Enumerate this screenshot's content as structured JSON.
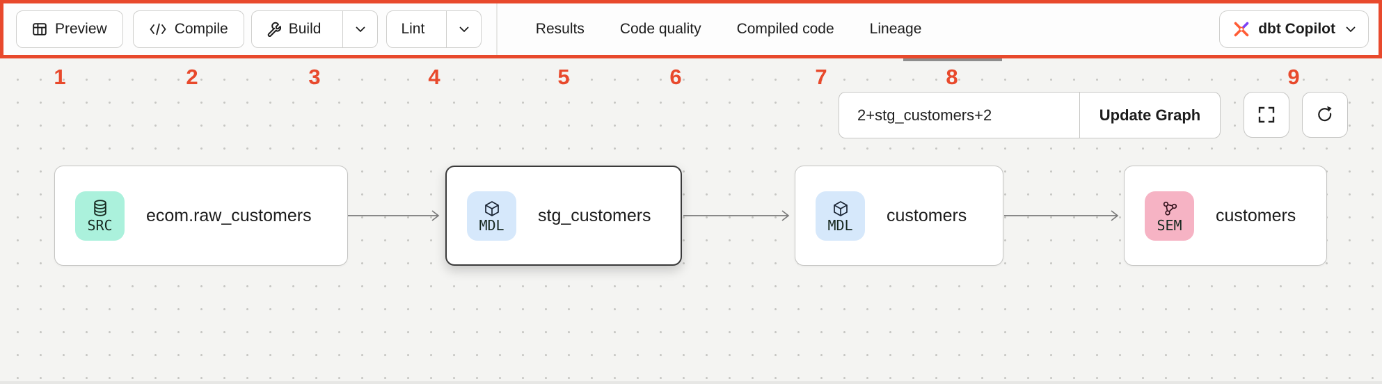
{
  "annotation": {
    "color": "#e8492c",
    "labels": [
      "1",
      "2",
      "3",
      "4",
      "5",
      "6",
      "7",
      "8",
      "9"
    ]
  },
  "toolbar": {
    "buttons": [
      {
        "label": "Preview",
        "icon": "table-icon"
      },
      {
        "label": "Compile",
        "icon": "code-icon"
      },
      {
        "label": "Build",
        "icon": "wrench-icon",
        "has_dropdown": true
      },
      {
        "label": "Lint",
        "has_dropdown": true
      }
    ],
    "tabs": [
      {
        "label": "Results"
      },
      {
        "label": "Code quality"
      },
      {
        "label": "Compiled code"
      },
      {
        "label": "Lineage",
        "active": true
      }
    ],
    "copilot": {
      "label": "dbt Copilot",
      "icon": "dbt-logo-icon",
      "colors": [
        "#ff5c35",
        "#7b42f6"
      ]
    }
  },
  "lineage_controls": {
    "selector_value": "2+stg_customers+2",
    "update_button_label": "Update Graph",
    "icons": [
      "fullscreen-icon",
      "refresh-icon"
    ]
  },
  "graph": {
    "nodes": [
      {
        "badge": "SRC",
        "badge_color": "#abf1dc",
        "icon": "database-icon",
        "label": "ecom.raw_customers",
        "selected": false
      },
      {
        "badge": "MDL",
        "badge_color": "#d6e8fb",
        "icon": "cube-icon",
        "label": "stg_customers",
        "selected": true
      },
      {
        "badge": "MDL",
        "badge_color": "#d6e8fb",
        "icon": "cube-icon",
        "label": "customers",
        "selected": false
      },
      {
        "badge": "SEM",
        "badge_color": "#f6b3c4",
        "icon": "network-icon",
        "label": "customers",
        "selected": false
      }
    ]
  }
}
